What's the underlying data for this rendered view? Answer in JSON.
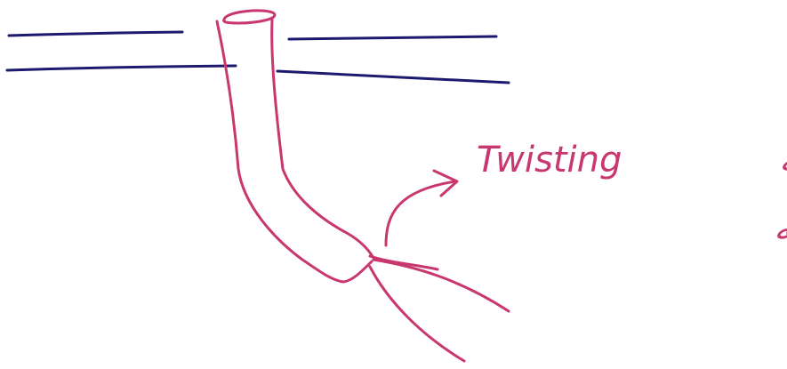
{
  "colors": {
    "blue_ink": "#1c1a6e",
    "pink_ink": "#c8376f",
    "background": "#ffffff"
  },
  "annotation": {
    "latin_word": "Twisting",
    "arabic_line_1": "بكون فيه",
    "arabic_line_2": "والجراح مش منتبه"
  }
}
